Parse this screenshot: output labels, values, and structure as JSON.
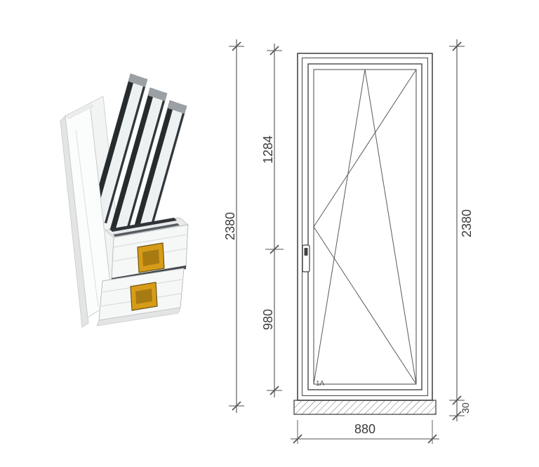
{
  "drawing": {
    "marker_label": "1A",
    "dimensions": {
      "height_total_left": "2380",
      "height_upper": "1284",
      "height_lower": "980",
      "height_total_right": "2380",
      "threshold": "30",
      "width": "880"
    }
  },
  "colors": {
    "background": "#ffffff",
    "drawing_line": "#474747",
    "dimension_line": "#515151",
    "gold_reinforcement": "#d79c17",
    "glass_edge": "#262b2e",
    "profile_body": "#f6f7f7"
  }
}
